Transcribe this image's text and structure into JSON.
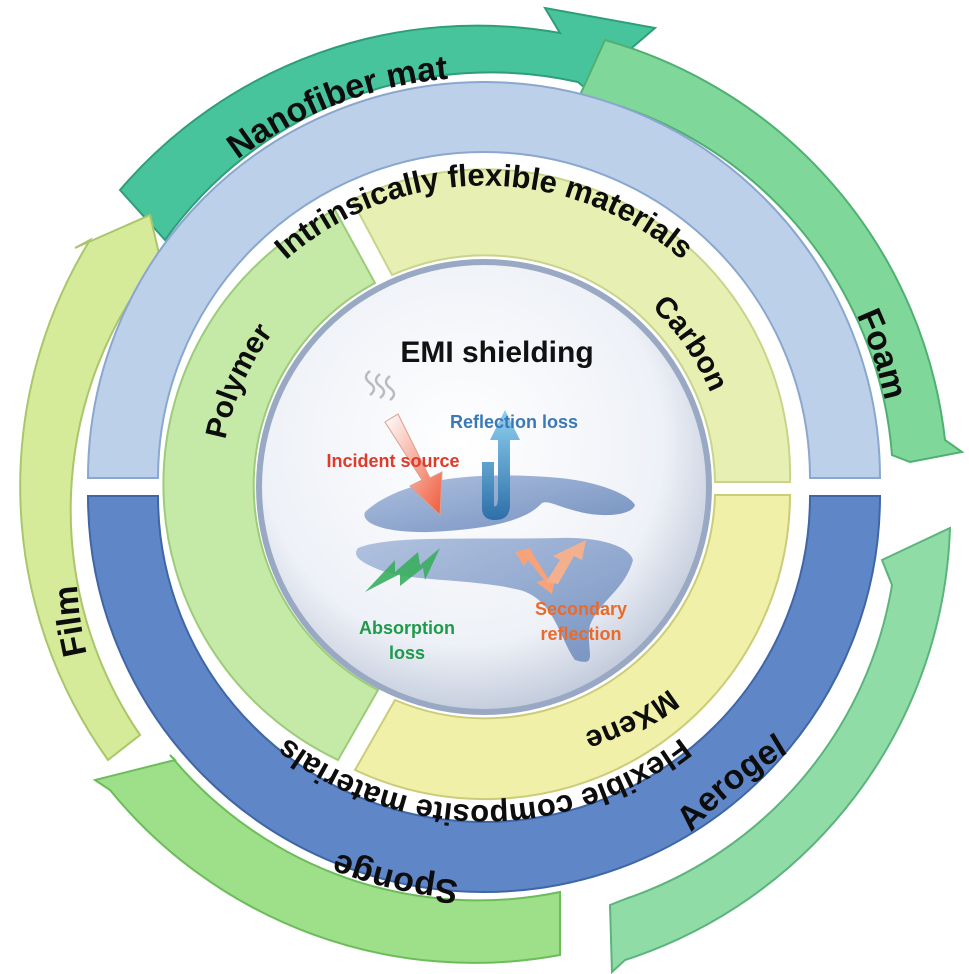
{
  "center": {
    "title": "EMI shielding",
    "labels": {
      "reflection_loss": "Reflection loss",
      "incident_source": "Incident source",
      "absorption_loss_line1": "Absorption",
      "absorption_loss_line2": "loss",
      "secondary_line1": "Secondary",
      "secondary_line2": "reflection"
    },
    "label_colors": {
      "reflection_loss": "#3a78b8",
      "incident_source": "#e03a2a",
      "absorption_loss": "#1e9a4a",
      "secondary_reflection": "#ea6a2a"
    }
  },
  "inner_ring": {
    "segments": [
      {
        "label": "Carbon",
        "color": "#e7f0b2"
      },
      {
        "label": "Polymer",
        "color": "#c5e9a6"
      },
      {
        "label": "MXene",
        "color": "#f0f0a8"
      }
    ]
  },
  "middle_ring": {
    "top_label": "Intrinsically flexible materials",
    "top_color": "#bcd0ea",
    "bottom_label": "Flexible composite materials",
    "bottom_color": "#5f86c6"
  },
  "outer_ring": {
    "arrows": [
      {
        "label": "Nanofiber mat",
        "color": "#48c49c"
      },
      {
        "label": "Foam",
        "color": "#7fd89a"
      },
      {
        "label": "Aerogel",
        "color": "#8fdca6"
      },
      {
        "label": "Sponge",
        "color": "#9ee08a"
      },
      {
        "label": "Film",
        "color": "#d5eb99"
      }
    ]
  }
}
